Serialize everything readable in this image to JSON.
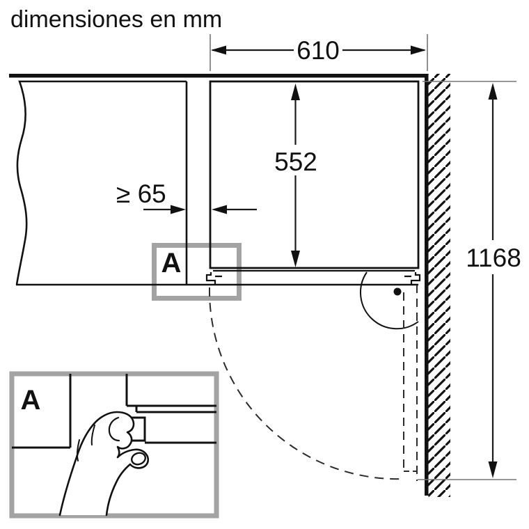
{
  "title": "dimensiones en mm",
  "dimensions": {
    "top_width": "610",
    "niche_height": "552",
    "side_clearance": "≥ 65",
    "overall_height": "1168"
  },
  "callout": {
    "label": "A"
  },
  "detail_inset": {
    "label": "A"
  },
  "colors": {
    "background": "#ffffff",
    "line": "#111111",
    "gray_frame": "#a3a3a3",
    "extension_line": "#757575"
  }
}
